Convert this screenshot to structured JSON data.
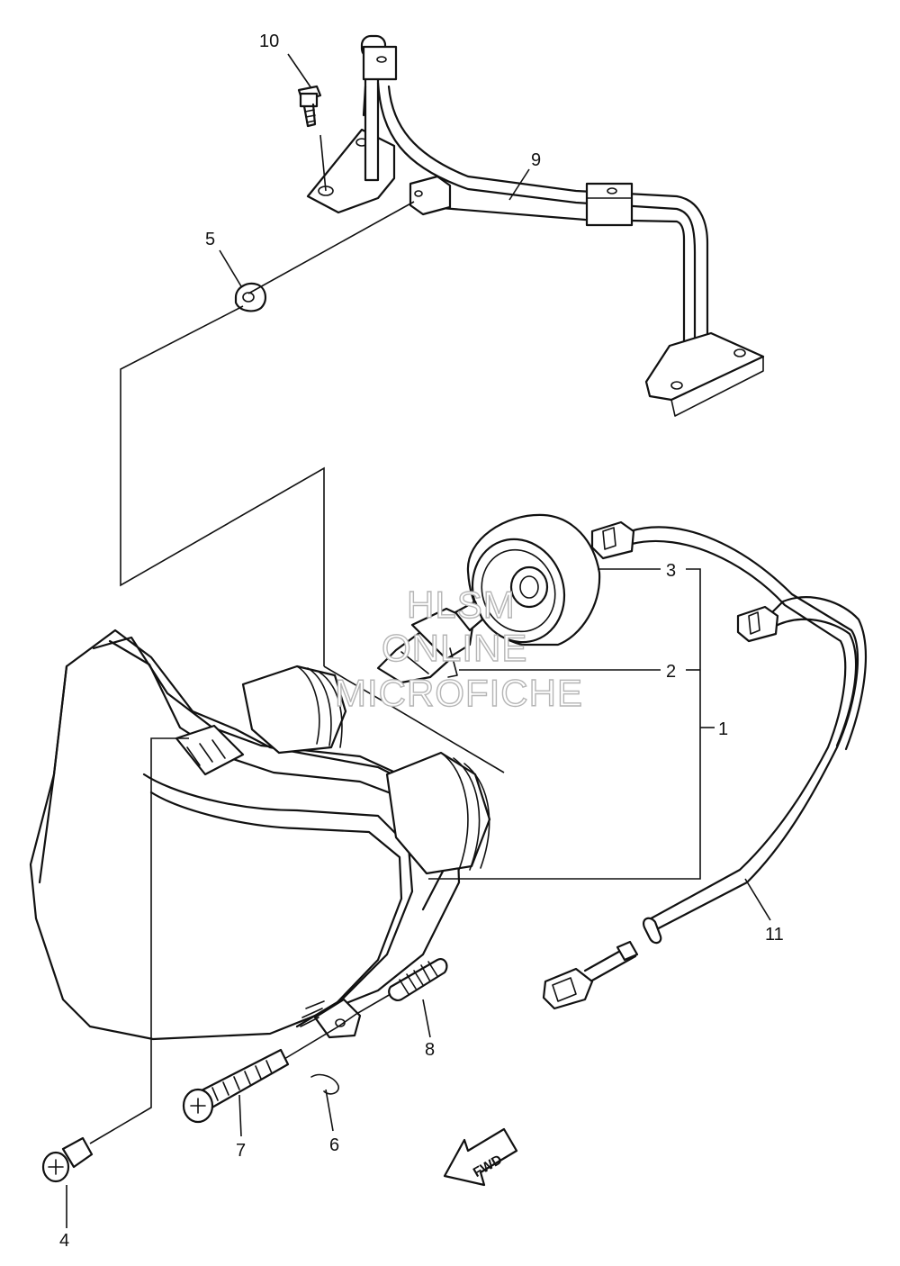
{
  "diagram": {
    "callouts": {
      "c1": "1",
      "c2": "2",
      "c3": "3",
      "c4": "4",
      "c5": "5",
      "c6": "6",
      "c7": "7",
      "c8": "8",
      "c9": "9",
      "c10": "10",
      "c11": "11"
    },
    "watermark": [
      "HLSM",
      "ONLINE",
      "MICROFICHE"
    ],
    "direction_badge": "FWD"
  }
}
